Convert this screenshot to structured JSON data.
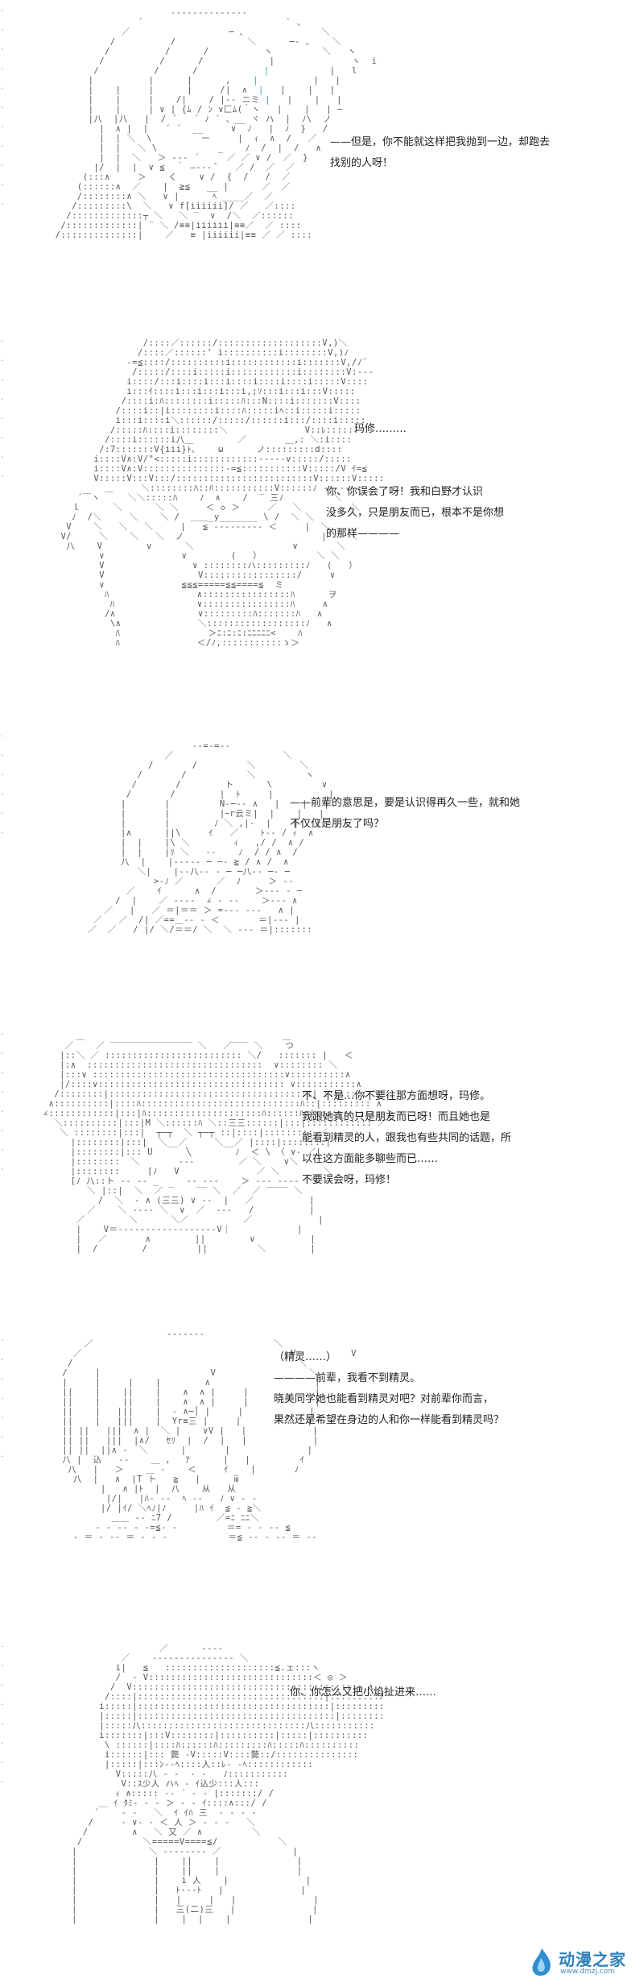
{
  "panels": [
    {
      "id": "p1",
      "lines": [
        "——但是，你不能就这样把我抛到一边，却跑去",
        "找别的人呀！"
      ]
    },
    {
      "id": "p2",
      "lines": [
        "玛修………",
        "",
        "你、你误会了呀！我和白野才认识",
        "没多久，只是朋友而已，根本不是你想",
        "的那样————"
      ]
    },
    {
      "id": "p3",
      "lines": [
        "——前辈的意思是，要是认识得再久一些，就和她",
        "不仅仅是朋友了吗？"
      ]
    },
    {
      "id": "p4",
      "lines": [
        "不、不是…你不要往那方面想呀，玛修。",
        "",
        "我跟她真的只是朋友而已呀！而且她也是",
        "能看到精灵的人，跟我也有些共同的话题，所",
        "以在这方面能多聊些而已……",
        "",
        "不要误会呀，玛修！"
      ]
    },
    {
      "id": "p5",
      "lines": [
        "（精灵……）",
        "",
        "————前辈，我看不到精灵。",
        "",
        "晓美同学她也能看到精灵对吧？对前辈你而言，",
        "果然还是希望在身边的人和你一样能看到精灵吗？"
      ]
    },
    {
      "id": "p6",
      "lines": [
        "你、你怎么又把小焰扯进来……"
      ]
    }
  ],
  "watermark": {
    "logo_icon": "flame-drop-logo",
    "text": "动漫之家",
    "url": "www.dmzj.com"
  }
}
